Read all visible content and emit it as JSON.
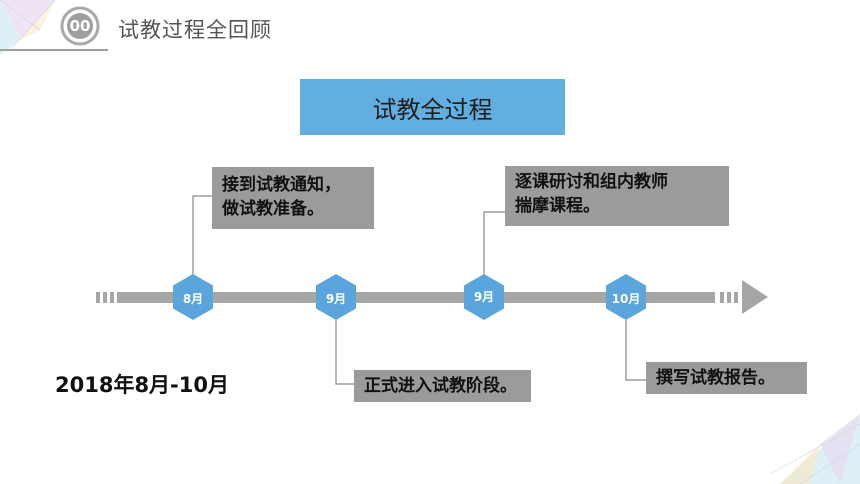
{
  "header": {
    "number": "00",
    "title": "试教过程全回顾"
  },
  "main_title": "试教全过程",
  "timeline": {
    "nodes": [
      "8月",
      "9月",
      "9月",
      "10月"
    ],
    "events": [
      {
        "lines": [
          "接到试教通知，",
          "做试教准备。"
        ]
      },
      {
        "lines": [
          "正式进入试教阶段。"
        ]
      },
      {
        "lines": [
          "逐课研讨和组内教师",
          "揣摩课程。"
        ]
      },
      {
        "lines": [
          "撰写试教报告。"
        ]
      }
    ]
  },
  "date_range": "2018年8月-10月",
  "colors": {
    "accent_blue": "#63aee0",
    "hex_blue": "#5aa6dc",
    "arrow_gray": "#a6a6a6",
    "box_gray": "#9b9b9b"
  }
}
